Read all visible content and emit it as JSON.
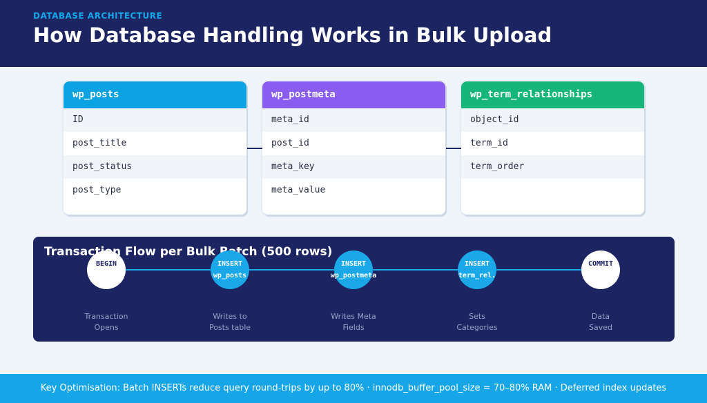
{
  "header": {
    "eyebrow": "DATABASE ARCHITECTURE",
    "title": "How Database Handling Works in Bulk Upload"
  },
  "tables": [
    {
      "name": "wp_posts",
      "color": "#0aa2e0",
      "fields": [
        "ID",
        "post_title",
        "post_status",
        "post_type"
      ]
    },
    {
      "name": "wp_postmeta",
      "color": "#8a5cf0",
      "fields": [
        "meta_id",
        "post_id",
        "meta_key",
        "meta_value"
      ]
    },
    {
      "name": "wp_term_relationships",
      "color": "#16b67a",
      "fields": [
        "object_id",
        "term_id",
        "term_order"
      ]
    }
  ],
  "flow": {
    "title": "Transaction Flow per Bulk Batch (500 rows)",
    "steps": [
      {
        "line1": "BEGIN",
        "line2": "",
        "style": "white",
        "caption1": "Transaction",
        "caption2": "Opens"
      },
      {
        "line1": "INSERT",
        "line2": "wp_posts",
        "style": "blue",
        "caption1": "Writes to",
        "caption2": "Posts table"
      },
      {
        "line1": "INSERT",
        "line2": "wp_postmeta",
        "style": "blue",
        "caption1": "Writes Meta",
        "caption2": "Fields"
      },
      {
        "line1": "INSERT",
        "line2": "term_rel.",
        "style": "blue",
        "caption1": "Sets",
        "caption2": "Categories"
      },
      {
        "line1": "COMMIT",
        "line2": "",
        "style": "white",
        "caption1": "Data",
        "caption2": "Saved"
      }
    ]
  },
  "footer": {
    "text": "Key Optimisation: Batch INSERTs reduce query round-trips by up to 80%  ·  innodb_buffer_pool_size = 70–80% RAM  ·  Deferred index updates"
  },
  "colors": {
    "navy": "#1d2462",
    "accent_blue": "#16a5e6",
    "background": "#f0f5fc"
  }
}
